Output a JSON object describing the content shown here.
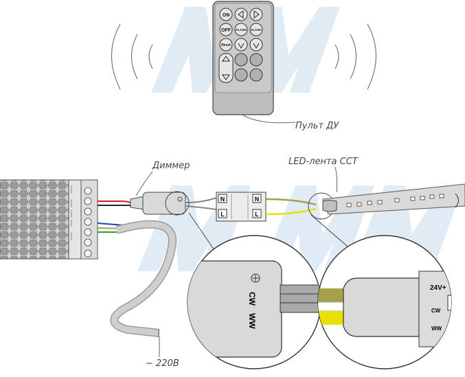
{
  "watermark": "MM",
  "labels": {
    "remote": "Пульт ДУ",
    "dimmer": "Диммер",
    "led_strip": "LED-лента ССТ",
    "mains": "~ 220В"
  },
  "remote_buttons": {
    "on": "ON",
    "off": "OFF",
    "flash1": "FLASH",
    "flash2": "FLASH",
    "reset": "Reset"
  },
  "dimmer_outputs": {
    "cw": "CW",
    "ww": "WW"
  },
  "strip_pads": {
    "v24": "24V+",
    "cw": "CW",
    "ww": "WW"
  },
  "connector_letters": [
    "N",
    "L",
    "N",
    "L"
  ],
  "colors": {
    "wire_yellow": "#e8e000",
    "wire_olive": "#a6a04a",
    "wire_red": "#d02020",
    "wire_blue": "#2040c0",
    "wire_green": "#30a030",
    "device_gray": "#d9d9d9",
    "watermark": "#dbe8f3"
  }
}
